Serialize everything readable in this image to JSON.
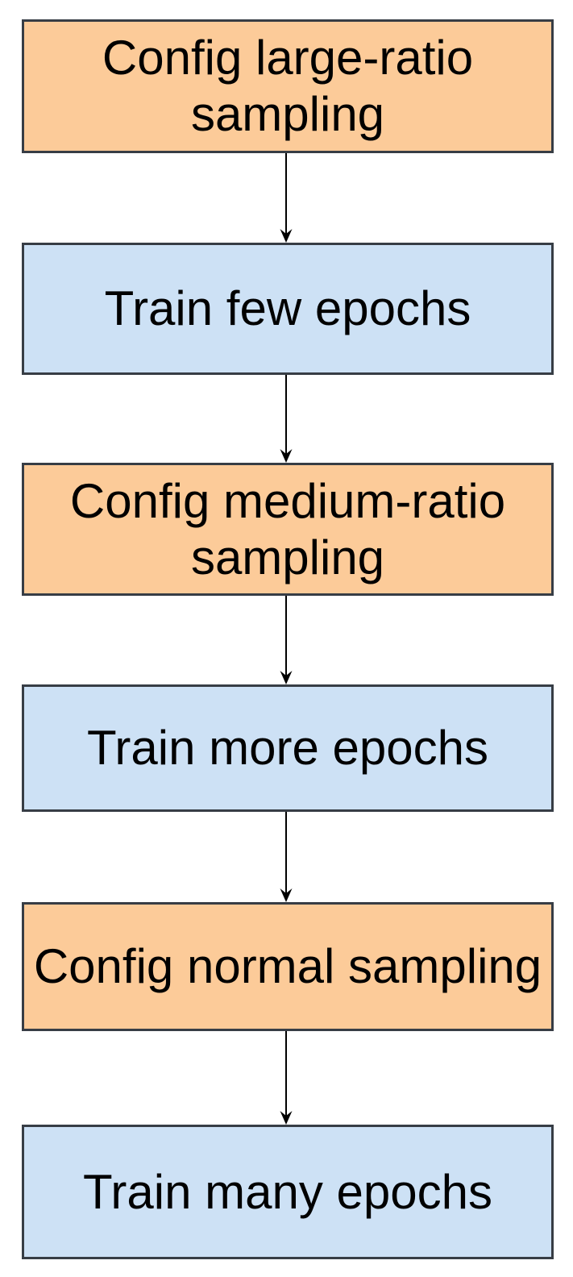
{
  "diagram": {
    "type": "flowchart",
    "direction": "top-to-bottom",
    "nodes": [
      {
        "id": "config-large",
        "label": "Config large-ratio sampling",
        "kind": "config"
      },
      {
        "id": "train-few",
        "label": "Train few epochs",
        "kind": "train"
      },
      {
        "id": "config-medium",
        "label": "Config medium-ratio sampling",
        "kind": "config"
      },
      {
        "id": "train-more",
        "label": "Train more epochs",
        "kind": "train"
      },
      {
        "id": "config-normal",
        "label": "Config normal sampling",
        "kind": "config"
      },
      {
        "id": "train-many",
        "label": "Train many epochs",
        "kind": "train"
      }
    ],
    "edges": [
      {
        "from": "config-large",
        "to": "train-few"
      },
      {
        "from": "train-few",
        "to": "config-medium"
      },
      {
        "from": "config-medium",
        "to": "train-more"
      },
      {
        "from": "train-more",
        "to": "config-normal"
      },
      {
        "from": "config-normal",
        "to": "train-many"
      }
    ],
    "colors": {
      "config_fill": "#FCCB99",
      "train_fill": "#CDE1F5",
      "border": "#373D45",
      "arrow": "#000000",
      "text": "#000000",
      "background": "#FFFFFF"
    }
  }
}
